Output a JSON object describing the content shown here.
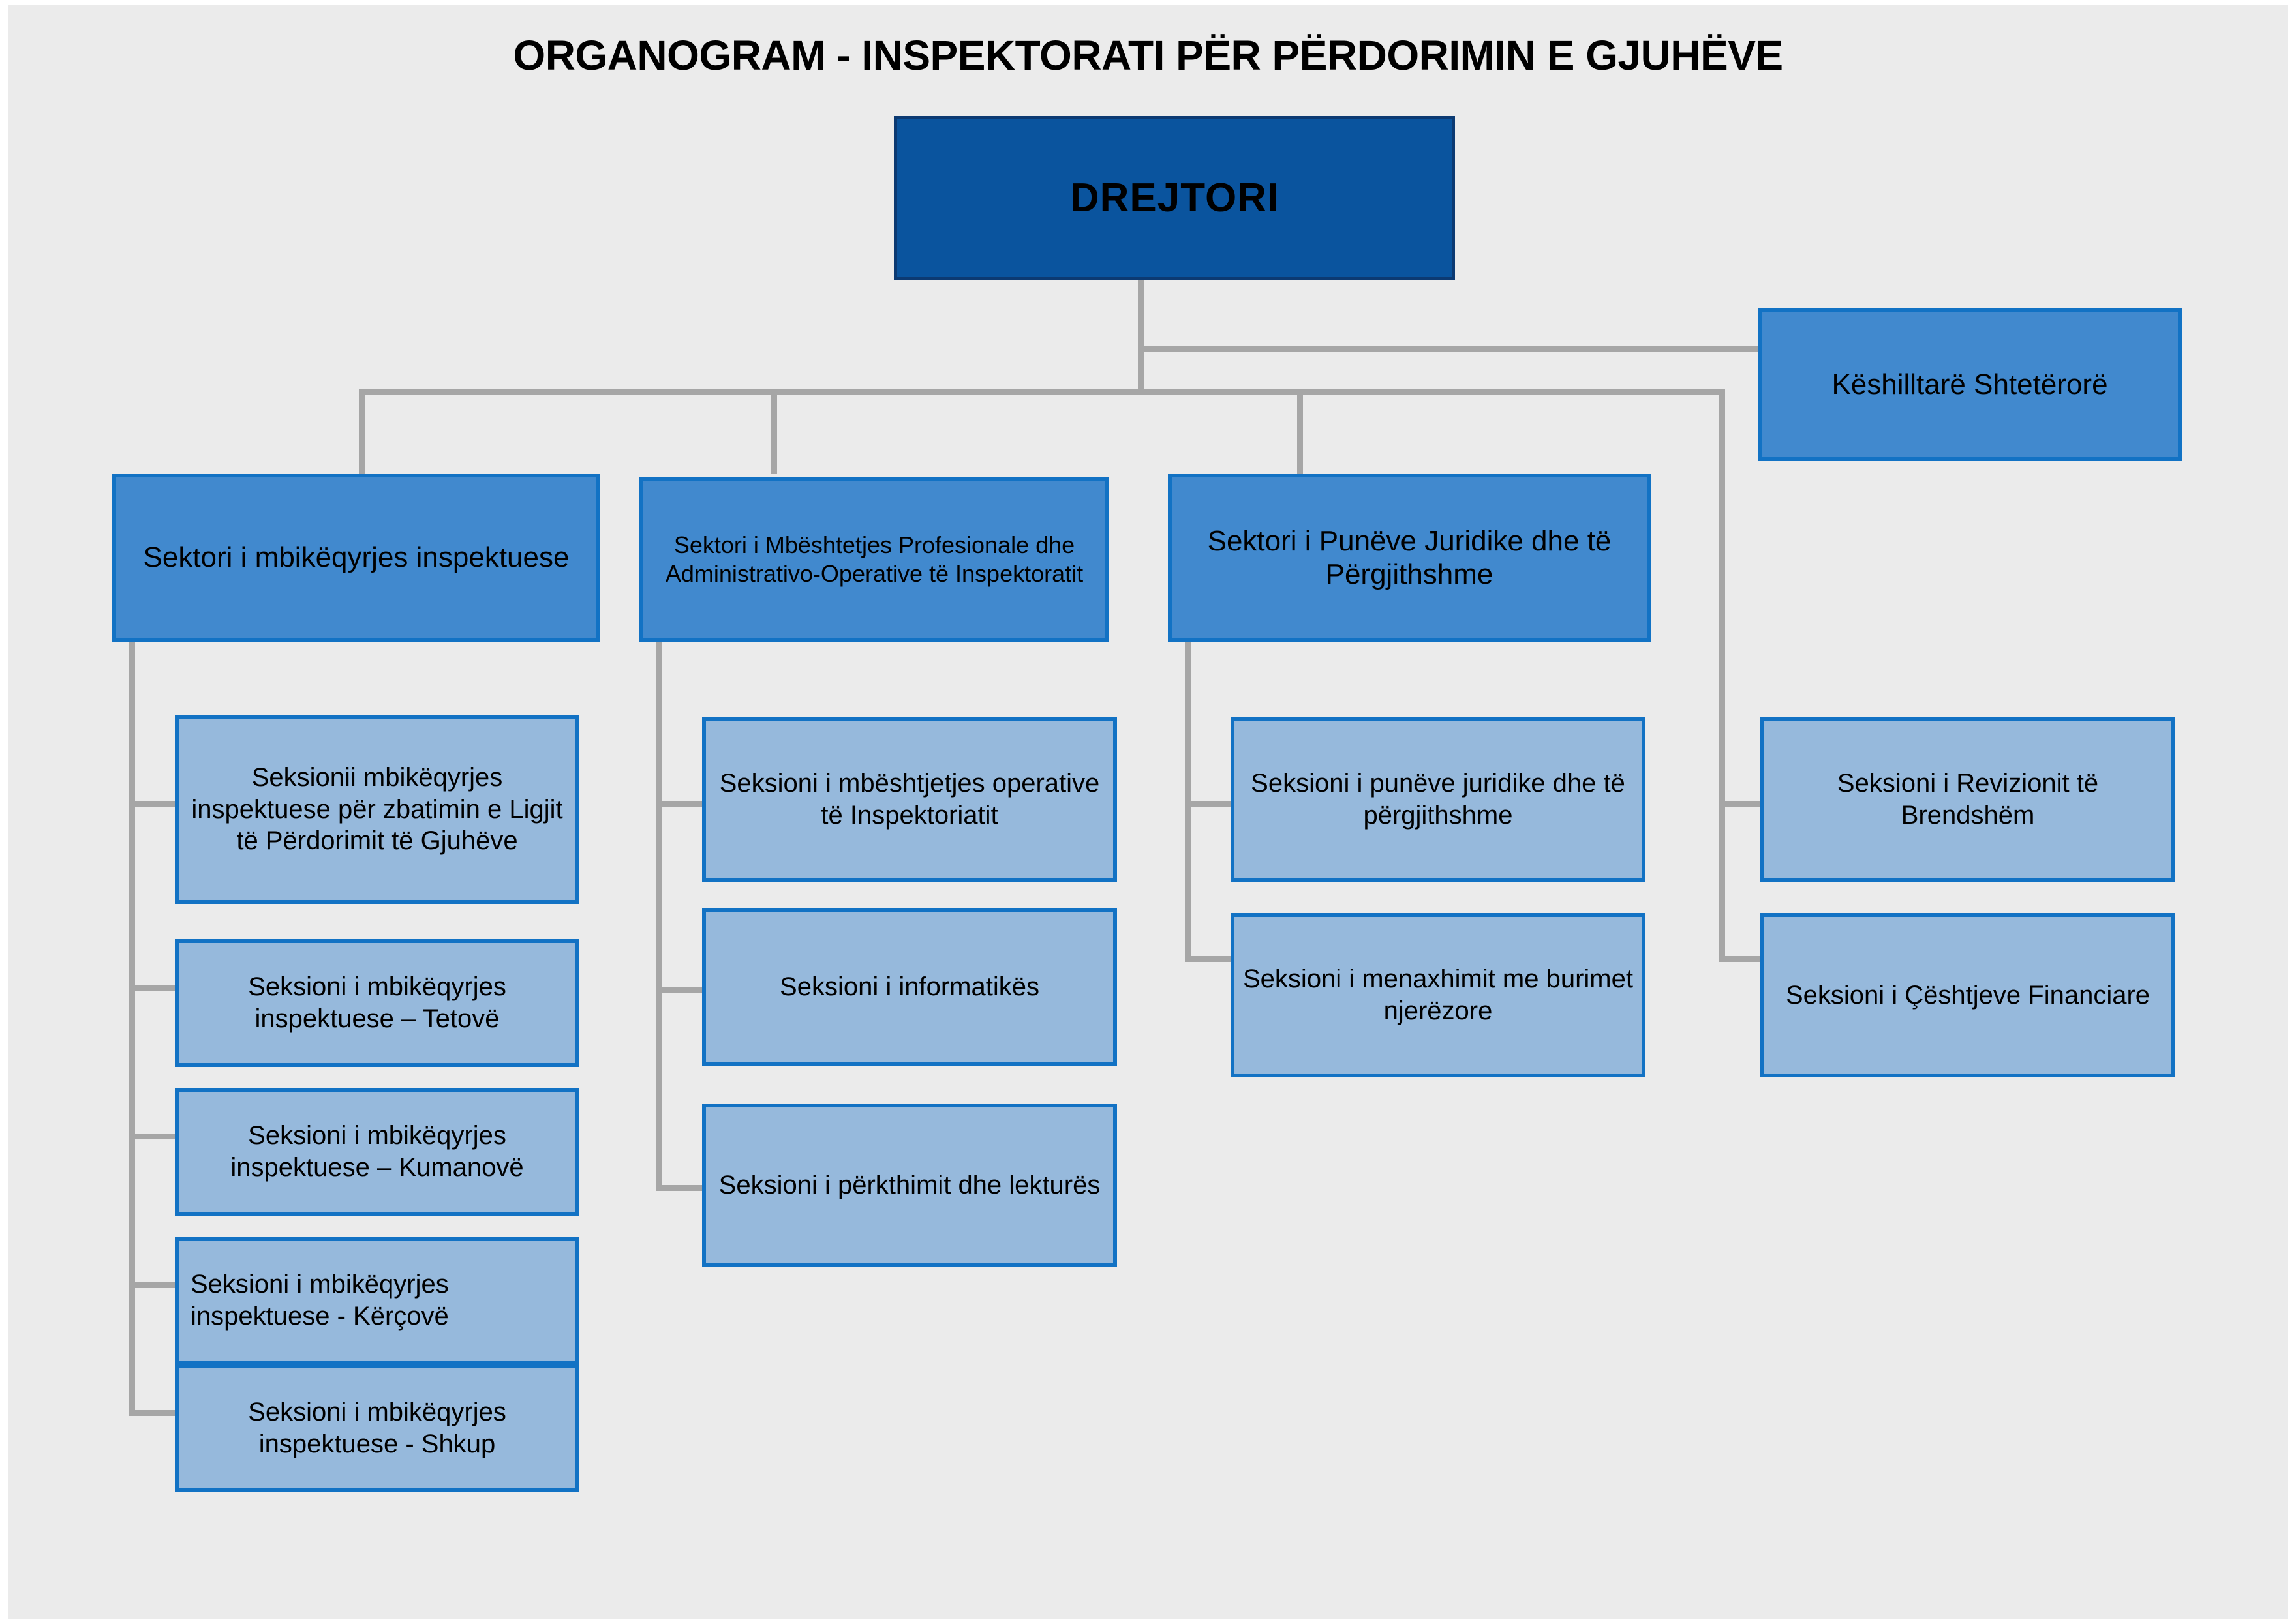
{
  "title": "ORGANOGRAM - INSPEKTORATI PËR PËRDORIMIN E GJUHËVE",
  "colors": {
    "background": "#ebebeb",
    "root_fill": "#0a549e",
    "root_border": "#0c3a72",
    "sector_fill": "#4189ce",
    "section_fill": "#96b9dc",
    "box_border": "#1272c4",
    "connector": "#a6a6a6",
    "text": "#000000"
  },
  "root": {
    "label": "DREJTORI"
  },
  "advisor": {
    "label": "Këshilltarë Shtetërorë"
  },
  "sectors": [
    {
      "id": "sector-mbikeqyrjes-inspektuese",
      "label": "Sektori i mbikëqyrjes inspektuese",
      "sections": [
        {
          "id": "seksioni-zbatimin-ligjit",
          "label": "Seksionii mbikëqyrjes inspektuese për zbatimin e Ligjit të Përdorimit të Gjuhëve"
        },
        {
          "id": "seksioni-tetove",
          "label": "Seksioni i mbikëqyrjes inspektuese – Tetovë"
        },
        {
          "id": "seksioni-kumanove",
          "label": "Seksioni i  mbikëqyrjes inspektuese – Kumanovë"
        },
        {
          "id": "seksioni-kercove",
          "label": "Seksioni   i   mbikëqyrjes inspektuese - Kërçovë"
        },
        {
          "id": "seksioni-shkup",
          "label": "Seksioni i mbikëqyrjes inspektuese - Shkup"
        }
      ]
    },
    {
      "id": "sector-mbeshtetjes-profesionale",
      "label": "Sektori i Mbështetjes Profesionale dhe Administrativo-Operative të Inspektoratit",
      "sections": [
        {
          "id": "seksioni-mbeshtjetjes-operative",
          "label": "Seksioni i mbështjetjes operative të Inspektoriatit"
        },
        {
          "id": "seksioni-informatikes",
          "label": "Seksioni i informatikës"
        },
        {
          "id": "seksioni-perkthimit",
          "label": "Seksioni i përkthimit dhe lekturës"
        }
      ]
    },
    {
      "id": "sector-puneve-juridike",
      "label": "Sektori i Punëve Juridike dhe të Përgjithshme",
      "sections": [
        {
          "id": "seksioni-puneve-juridike",
          "label": "Seksioni i punëve juridike dhe të përgjithshme"
        },
        {
          "id": "seksioni-burimet-njerezore",
          "label": "Seksioni i menaxhimit me burimet njerëzore"
        }
      ]
    }
  ],
  "direct_sections": [
    {
      "id": "seksioni-revizionit",
      "label": "Seksioni i Revizionit të Brendshëm"
    },
    {
      "id": "seksioni-ceshtjeve-financiare",
      "label": "Seksioni i Çështjeve Financiare"
    }
  ]
}
